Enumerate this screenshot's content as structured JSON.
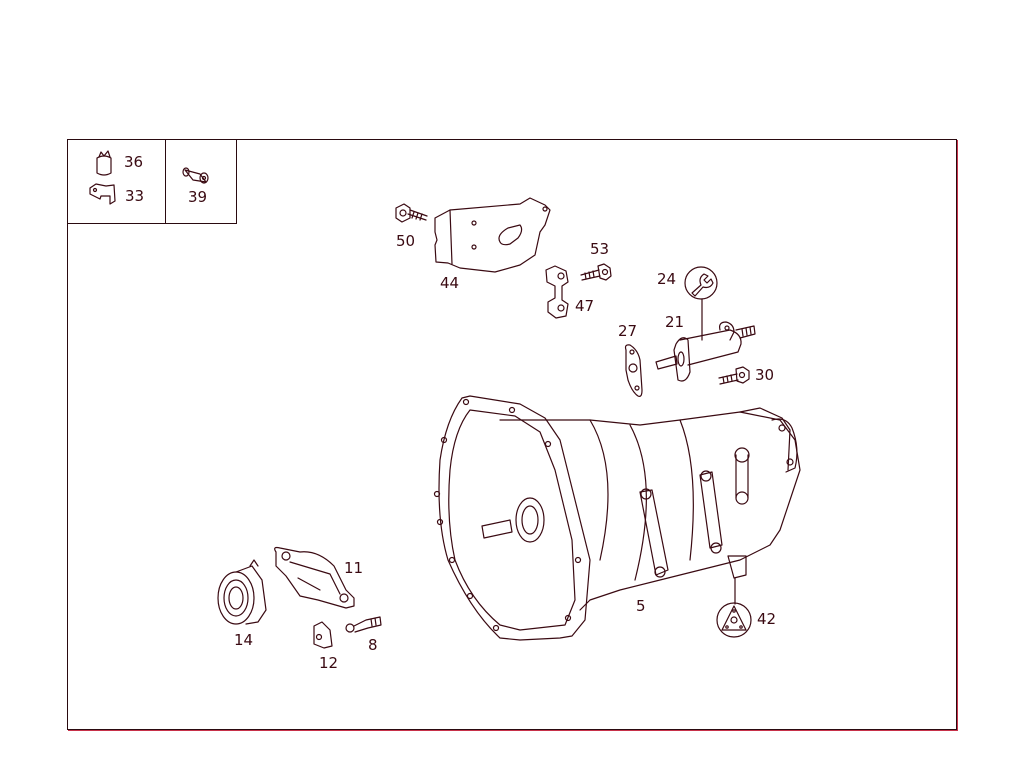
{
  "diagram": {
    "type": "exploded-parts-diagram",
    "subject": "manual transmission assembly",
    "line_color": "#3a0a12",
    "frame_accent": "#c8324a",
    "legend": {
      "items": [
        {
          "number": "36",
          "icon": "sleeve-icon"
        },
        {
          "number": "33",
          "icon": "clip-bracket-icon"
        },
        {
          "number": "39",
          "icon": "dowel-sleeve-icon"
        }
      ]
    },
    "parts": [
      {
        "number": "50",
        "name": "bolt"
      },
      {
        "number": "44",
        "name": "bracket"
      },
      {
        "number": "53",
        "name": "bolt"
      },
      {
        "number": "47",
        "name": "bracket"
      },
      {
        "number": "24",
        "name": "tightening-torque-wrench-symbol"
      },
      {
        "number": "21",
        "name": "slave-cylinder"
      },
      {
        "number": "27",
        "name": "gasket"
      },
      {
        "number": "30",
        "name": "bolt"
      },
      {
        "number": "5",
        "name": "transmission-housing"
      },
      {
        "number": "42",
        "name": "lubricant-symbol"
      },
      {
        "number": "11",
        "name": "release-fork"
      },
      {
        "number": "14",
        "name": "release-bearing"
      },
      {
        "number": "8",
        "name": "ball-stud"
      },
      {
        "number": "12",
        "name": "retaining-clip"
      }
    ]
  }
}
